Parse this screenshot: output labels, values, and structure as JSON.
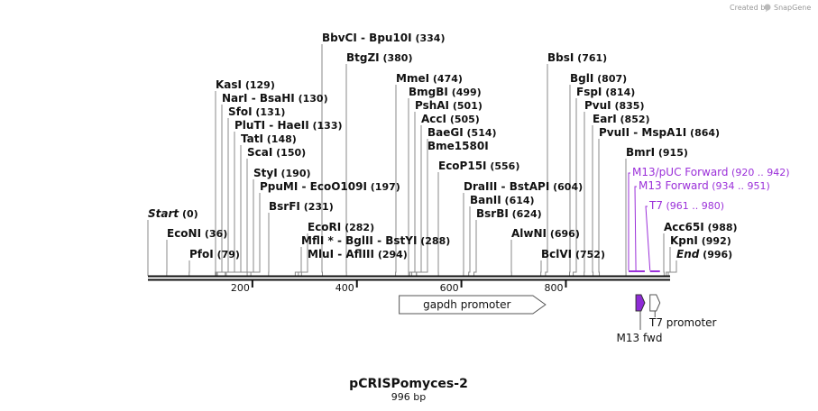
{
  "credit": "Created by",
  "brand": "SnapGene",
  "title": "pCRISPomyces-2",
  "size_label": "996 bp",
  "seq_length": 996,
  "colors": {
    "primer": "#9b30d9",
    "m13fwd": "#8e2bd6",
    "backbone": "#111111"
  },
  "ticks": [
    {
      "value": 200,
      "label": "200"
    },
    {
      "value": 400,
      "label": "400"
    },
    {
      "value": 600,
      "label": "600"
    },
    {
      "value": 800,
      "label": "800"
    }
  ],
  "sites": [
    {
      "name": "Start",
      "pos": 0,
      "pos_label": "(0)",
      "italic": true
    },
    {
      "name": "EcoNI",
      "pos": 36,
      "pos_label": "(36)"
    },
    {
      "name": "PfoI",
      "pos": 79,
      "pos_label": "(79)"
    },
    {
      "name": "KasI",
      "pos": 129,
      "pos_label": "(129)"
    },
    {
      "name": "NarI",
      "extra": "BsaHI",
      "pos": 130,
      "pos_label": "(130)"
    },
    {
      "name": "SfoI",
      "pos": 131,
      "pos_label": "(131)"
    },
    {
      "name": "PluTI",
      "extra": "HaeII",
      "pos": 133,
      "pos_label": "(133)"
    },
    {
      "name": "TatI",
      "pos": 148,
      "pos_label": "(148)"
    },
    {
      "name": "ScaI",
      "pos": 150,
      "pos_label": "(150)"
    },
    {
      "name": "StyI",
      "pos": 190,
      "pos_label": "(190)"
    },
    {
      "name": "PpuMI",
      "extra": "EcoO109I",
      "pos": 197,
      "pos_label": "(197)"
    },
    {
      "name": "BsrFI",
      "pos": 231,
      "pos_label": "(231)"
    },
    {
      "name": "EcoRI",
      "pos": 282,
      "pos_label": "(282)"
    },
    {
      "name": "MflI",
      "star": "*",
      "extra": "BglII",
      "extra2": "BstYI",
      "pos": 288,
      "pos_label": "(288)"
    },
    {
      "name": "MluI",
      "extra": "AflIII",
      "pos": 294,
      "pos_label": "(294)"
    },
    {
      "name": "BbvCI",
      "extra": "Bpu10I",
      "pos": 334,
      "pos_label": "(334)"
    },
    {
      "name": "BtgZI",
      "pos": 380,
      "pos_label": "(380)"
    },
    {
      "name": "MmeI",
      "pos": 474,
      "pos_label": "(474)"
    },
    {
      "name": "BmgBI",
      "pos": 499,
      "pos_label": "(499)"
    },
    {
      "name": "PshAI",
      "pos": 501,
      "pos_label": "(501)"
    },
    {
      "name": "AccI",
      "pos": 505,
      "pos_label": "(505)"
    },
    {
      "name": "BaeGI",
      "pos": 514,
      "pos_label": "(514)"
    },
    {
      "name": "Bme1580I",
      "pos": 514,
      "pos_label": ""
    },
    {
      "name": "EcoP15I",
      "pos": 556,
      "pos_label": "(556)"
    },
    {
      "name": "DraIII",
      "extra": "BstAPI",
      "pos": 604,
      "pos_label": "(604)"
    },
    {
      "name": "BanII",
      "pos": 614,
      "pos_label": "(614)"
    },
    {
      "name": "BsrBI",
      "pos": 624,
      "pos_label": "(624)"
    },
    {
      "name": "AlwNI",
      "pos": 696,
      "pos_label": "(696)"
    },
    {
      "name": "BclVI",
      "pos": 752,
      "pos_label": "(752)"
    },
    {
      "name": "BbsI",
      "pos": 761,
      "pos_label": "(761)"
    },
    {
      "name": "BglI",
      "pos": 807,
      "pos_label": "(807)"
    },
    {
      "name": "FspI",
      "pos": 814,
      "pos_label": "(814)"
    },
    {
      "name": "PvuI",
      "pos": 835,
      "pos_label": "(835)"
    },
    {
      "name": "EarI",
      "pos": 852,
      "pos_label": "(852)"
    },
    {
      "name": "PvuII",
      "extra": "MspA1I",
      "pos": 864,
      "pos_label": "(864)"
    },
    {
      "name": "BmrI",
      "pos": 915,
      "pos_label": "(915)"
    },
    {
      "name": "Acc65I",
      "pos": 988,
      "pos_label": "(988)"
    },
    {
      "name": "KpnI",
      "pos": 992,
      "pos_label": "(992)"
    },
    {
      "name": "End",
      "pos": 996,
      "pos_label": "(996)",
      "italic": true
    }
  ],
  "primers": [
    {
      "name": "M13/pUC Forward",
      "range": "(920 .. 942)",
      "start": 920,
      "end": 942
    },
    {
      "name": "M13 Forward",
      "range": "(934 .. 951)",
      "start": 934,
      "end": 951
    },
    {
      "name": "T7",
      "range": "(961 .. 980)",
      "start": 961,
      "end": 980
    }
  ],
  "features": [
    {
      "name": "gapdh promoter",
      "start": 481,
      "end": 761,
      "fill": "#ffffff",
      "stroke": "#555555"
    },
    {
      "name": "M13 fwd",
      "start": 934,
      "end": 951,
      "fill": "#8e2bd6",
      "stroke": "#333333"
    },
    {
      "name": "T7 promoter",
      "start": 961,
      "end": 980,
      "fill": "#ffffff",
      "stroke": "#555555"
    }
  ]
}
